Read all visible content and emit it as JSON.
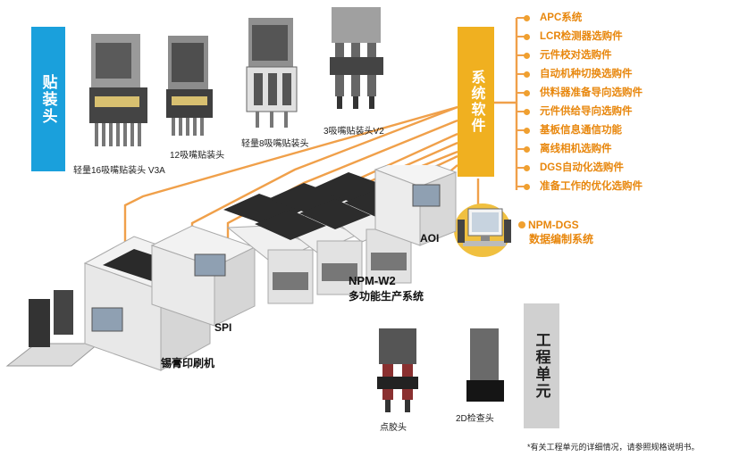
{
  "left_badge": {
    "label": "贴装头",
    "color": "#1aa0dc"
  },
  "heads": [
    {
      "label": "轻量16吸嘴贴装头 V3A"
    },
    {
      "label": "12吸嘴贴装头"
    },
    {
      "label": "轻量8吸嘴贴装头"
    },
    {
      "label": "3吸嘴贴装头V2"
    }
  ],
  "system_badge": {
    "label": "系统软件",
    "color": "#f0b020"
  },
  "options": [
    "APC系统",
    "LCR检测器选购件",
    "元件校对选购件",
    "自动机种切换选购件",
    "供料器准备导向选购件",
    "元件供给导向选购件",
    "基板信息通信功能",
    "离线相机选购件",
    "DGS自动化选购件",
    "准备工作的优化选购件"
  ],
  "dgs": {
    "title": "NPM-DGS",
    "subtitle": "数据编制系统"
  },
  "machines": {
    "aoi": "AOI",
    "npm_title": "NPM-W2",
    "npm_subtitle": "多功能生产系统",
    "spi": "SPI",
    "printer": "锡膏印刷机"
  },
  "work_unit_badge": {
    "label": "工程单元",
    "color": "#d0d0d0"
  },
  "work_units": [
    {
      "label": "点胶头"
    },
    {
      "label": "2D检查头"
    }
  ],
  "footnote": "*有关工程单元的详细情况，请参照规格说明书。",
  "colors": {
    "line": "#f0a040",
    "orange_text": "#e8870d"
  }
}
